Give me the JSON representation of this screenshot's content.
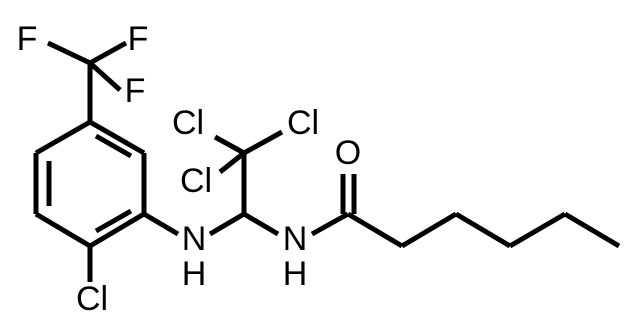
{
  "molecule": {
    "atom_labels": {
      "f1": "F",
      "f2": "F",
      "f3": "F",
      "cl_top_left": "Cl",
      "cl_top_right": "Cl",
      "cl_middle": "Cl",
      "o": "O",
      "nh_left_n": "N",
      "nh_left_h": "H",
      "nh_right_n": "N",
      "nh_right_h": "H",
      "cl_ring": "Cl"
    }
  }
}
